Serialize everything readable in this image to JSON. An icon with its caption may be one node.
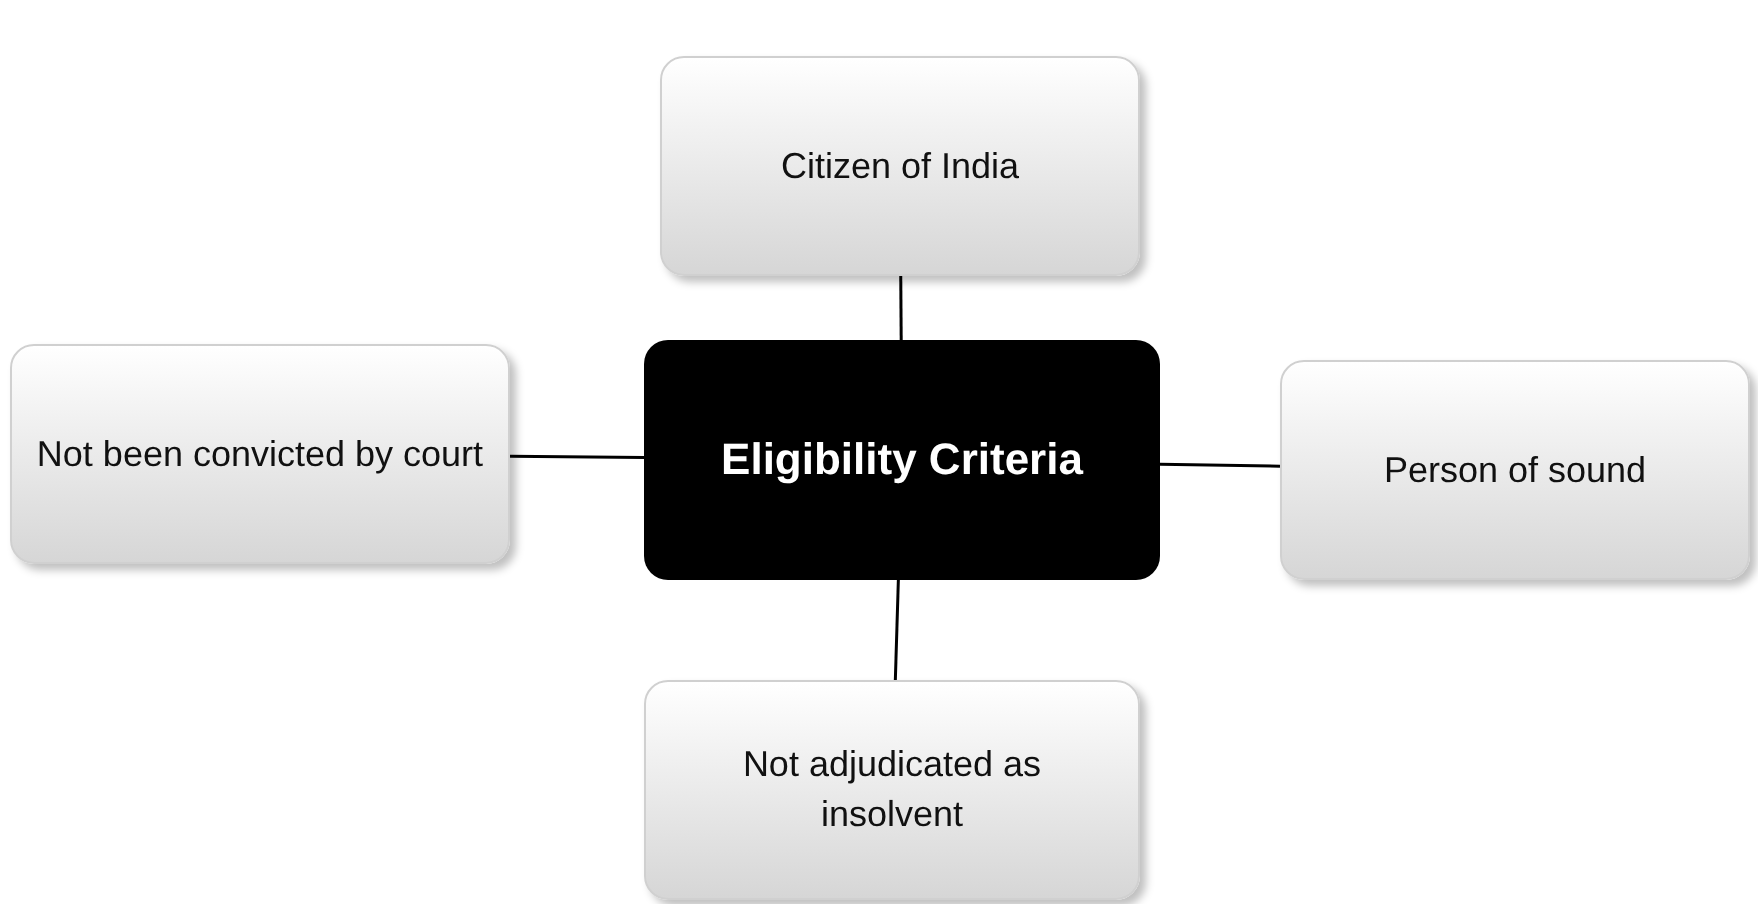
{
  "diagram": {
    "nodes": [
      {
        "text": [
          "Citizen of India"
        ]
      },
      {
        "text": [
          "Not been convicted by court"
        ]
      },
      {
        "text": [
          "Eligibility Criteria"
        ]
      },
      {
        "text": [
          "Person of sound"
        ]
      },
      {
        "text": [
          "Not adjudicated as insolvent"
        ]
      }
    ],
    "edges": [
      {
        "from": 2,
        "to": 0,
        "arrow": "none"
      },
      {
        "from": 2,
        "to": 1,
        "arrow": "none"
      },
      {
        "from": 2,
        "to": 3,
        "arrow": "none"
      },
      {
        "from": 2,
        "to": 4,
        "arrow": "none"
      }
    ]
  }
}
